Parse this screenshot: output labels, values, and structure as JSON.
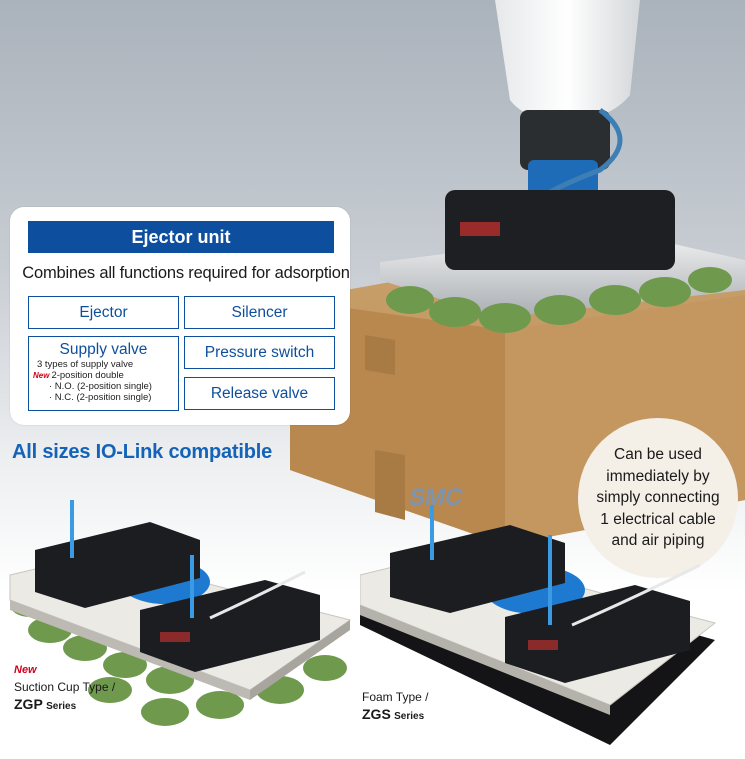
{
  "ejector_panel": {
    "title": "Ejector unit",
    "subtitle": "Combines all functions required for adsorption",
    "functions": {
      "ejector": "Ejector",
      "silencer": "Silencer",
      "supply_valve": "Supply valve",
      "pressure_switch": "Pressure switch",
      "release_valve": "Release valve"
    },
    "supply_details": {
      "types": "3 types of supply valve",
      "new_badge": "New",
      "double": "2-position double",
      "no": "· N.O. (2-position single)",
      "nc": "· N.C. (2-position single)"
    }
  },
  "iolink_heading": "All sizes IO-Link compatible",
  "bubble_lines": [
    "Can be used",
    "immediately by",
    "simply connecting",
    "1 electrical cable",
    "and air piping"
  ],
  "products": {
    "zgp": {
      "new_badge": "New",
      "type": "Suction Cup Type /",
      "series_code": "ZGP",
      "series_word": "Series"
    },
    "zgs": {
      "type": "Foam Type /",
      "series_code": "ZGS",
      "series_word": "Series"
    }
  },
  "brand_mark": "SMC",
  "colors": {
    "brand_blue": "#0d4f9e",
    "heading_blue": "#1463b8",
    "new_red": "#d0021b",
    "cup_green": "#6f9a4e"
  }
}
